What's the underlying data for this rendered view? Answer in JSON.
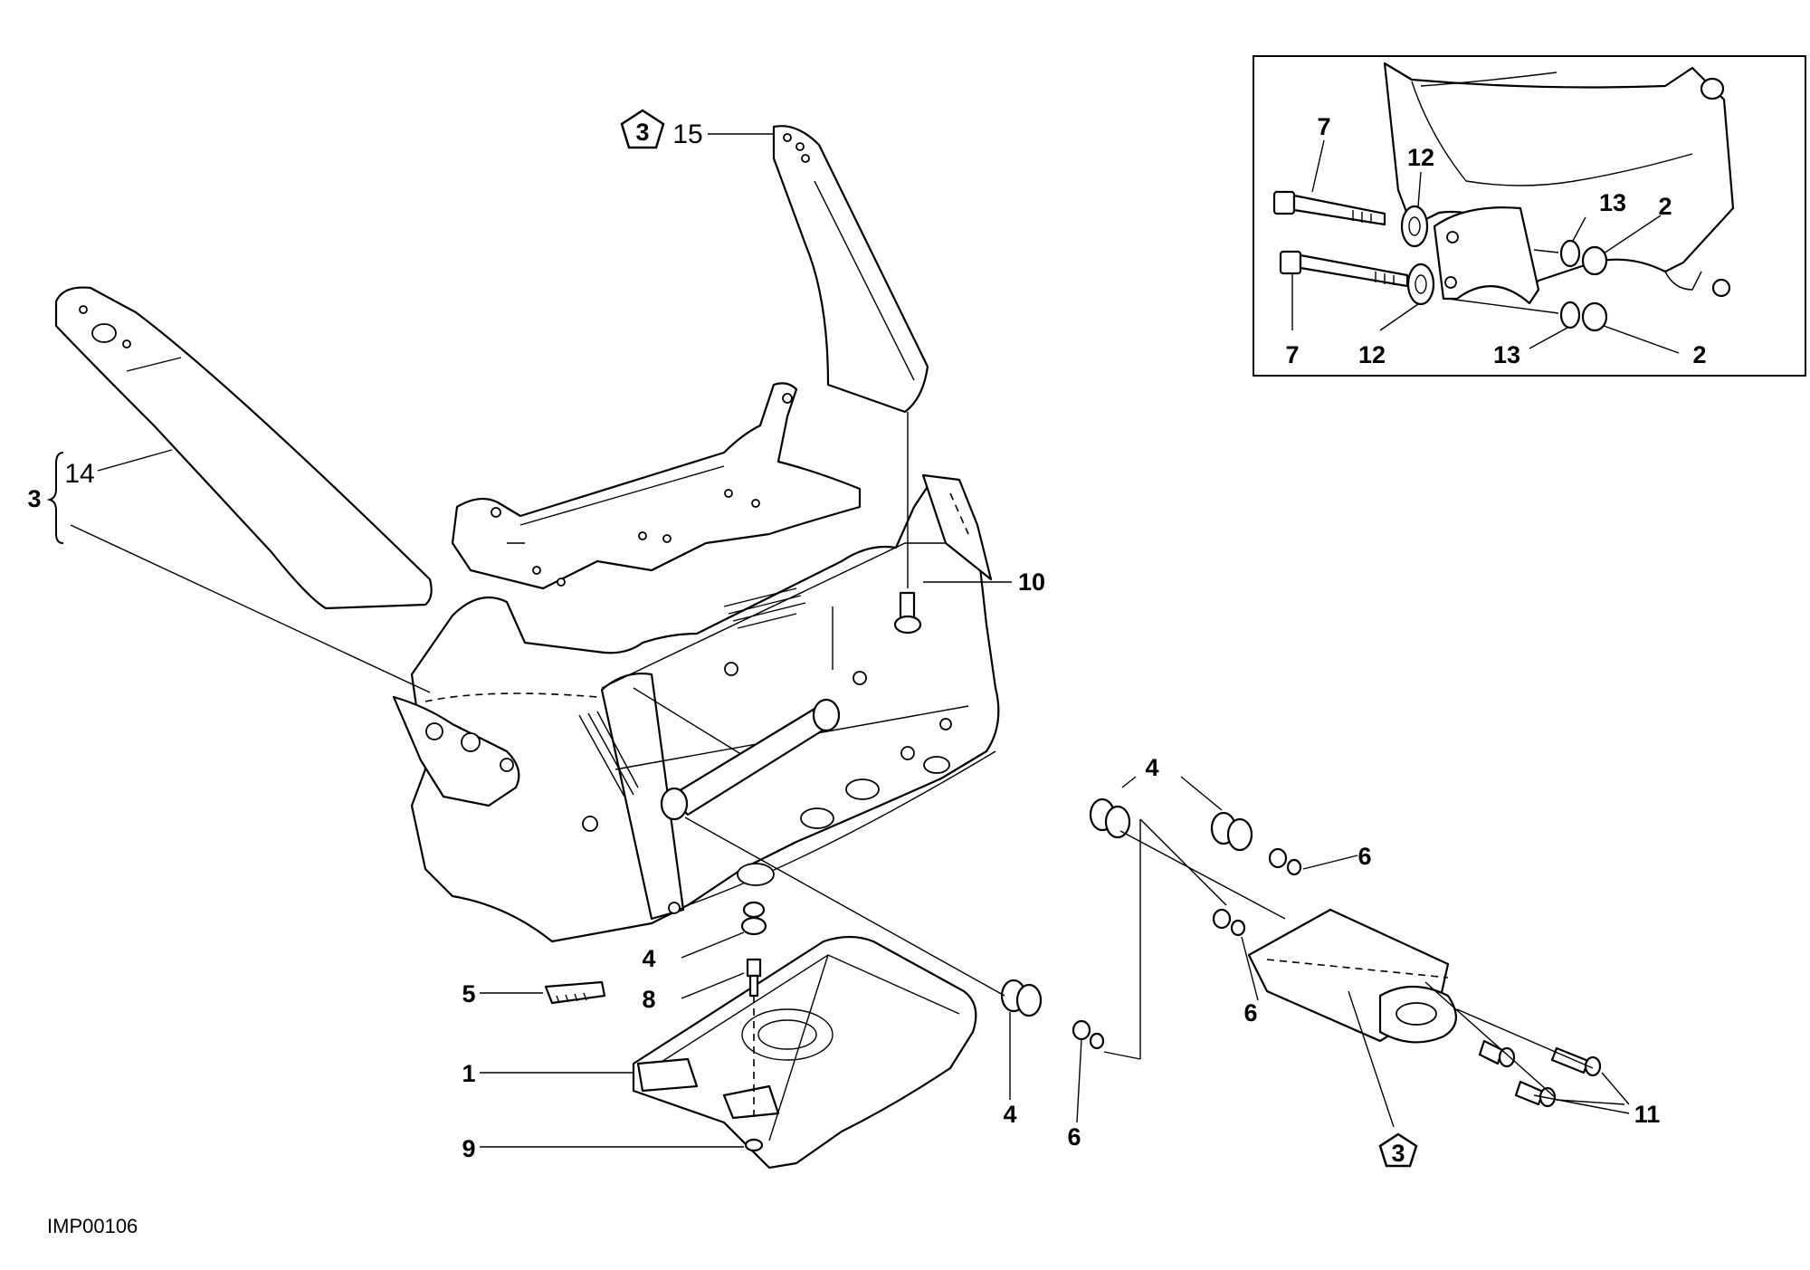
{
  "image_code": "IMP00106",
  "main_callouts": {
    "c15": "15",
    "c15_ref": "3",
    "c3": "3",
    "c14": "14",
    "c10": "10",
    "c4a": "4",
    "c8": "8",
    "c5": "5",
    "c1": "1",
    "c9": "9",
    "c4b": "4",
    "c6a": "6",
    "c4c": "4",
    "c6b": "6",
    "c6c": "6",
    "c11": "11",
    "c3_ref": "3"
  },
  "inset_callouts": {
    "c7a": "7",
    "c12a": "12",
    "c13a": "13",
    "c2a": "2",
    "c7b": "7",
    "c12b": "12",
    "c13b": "13",
    "c2b": "2"
  }
}
